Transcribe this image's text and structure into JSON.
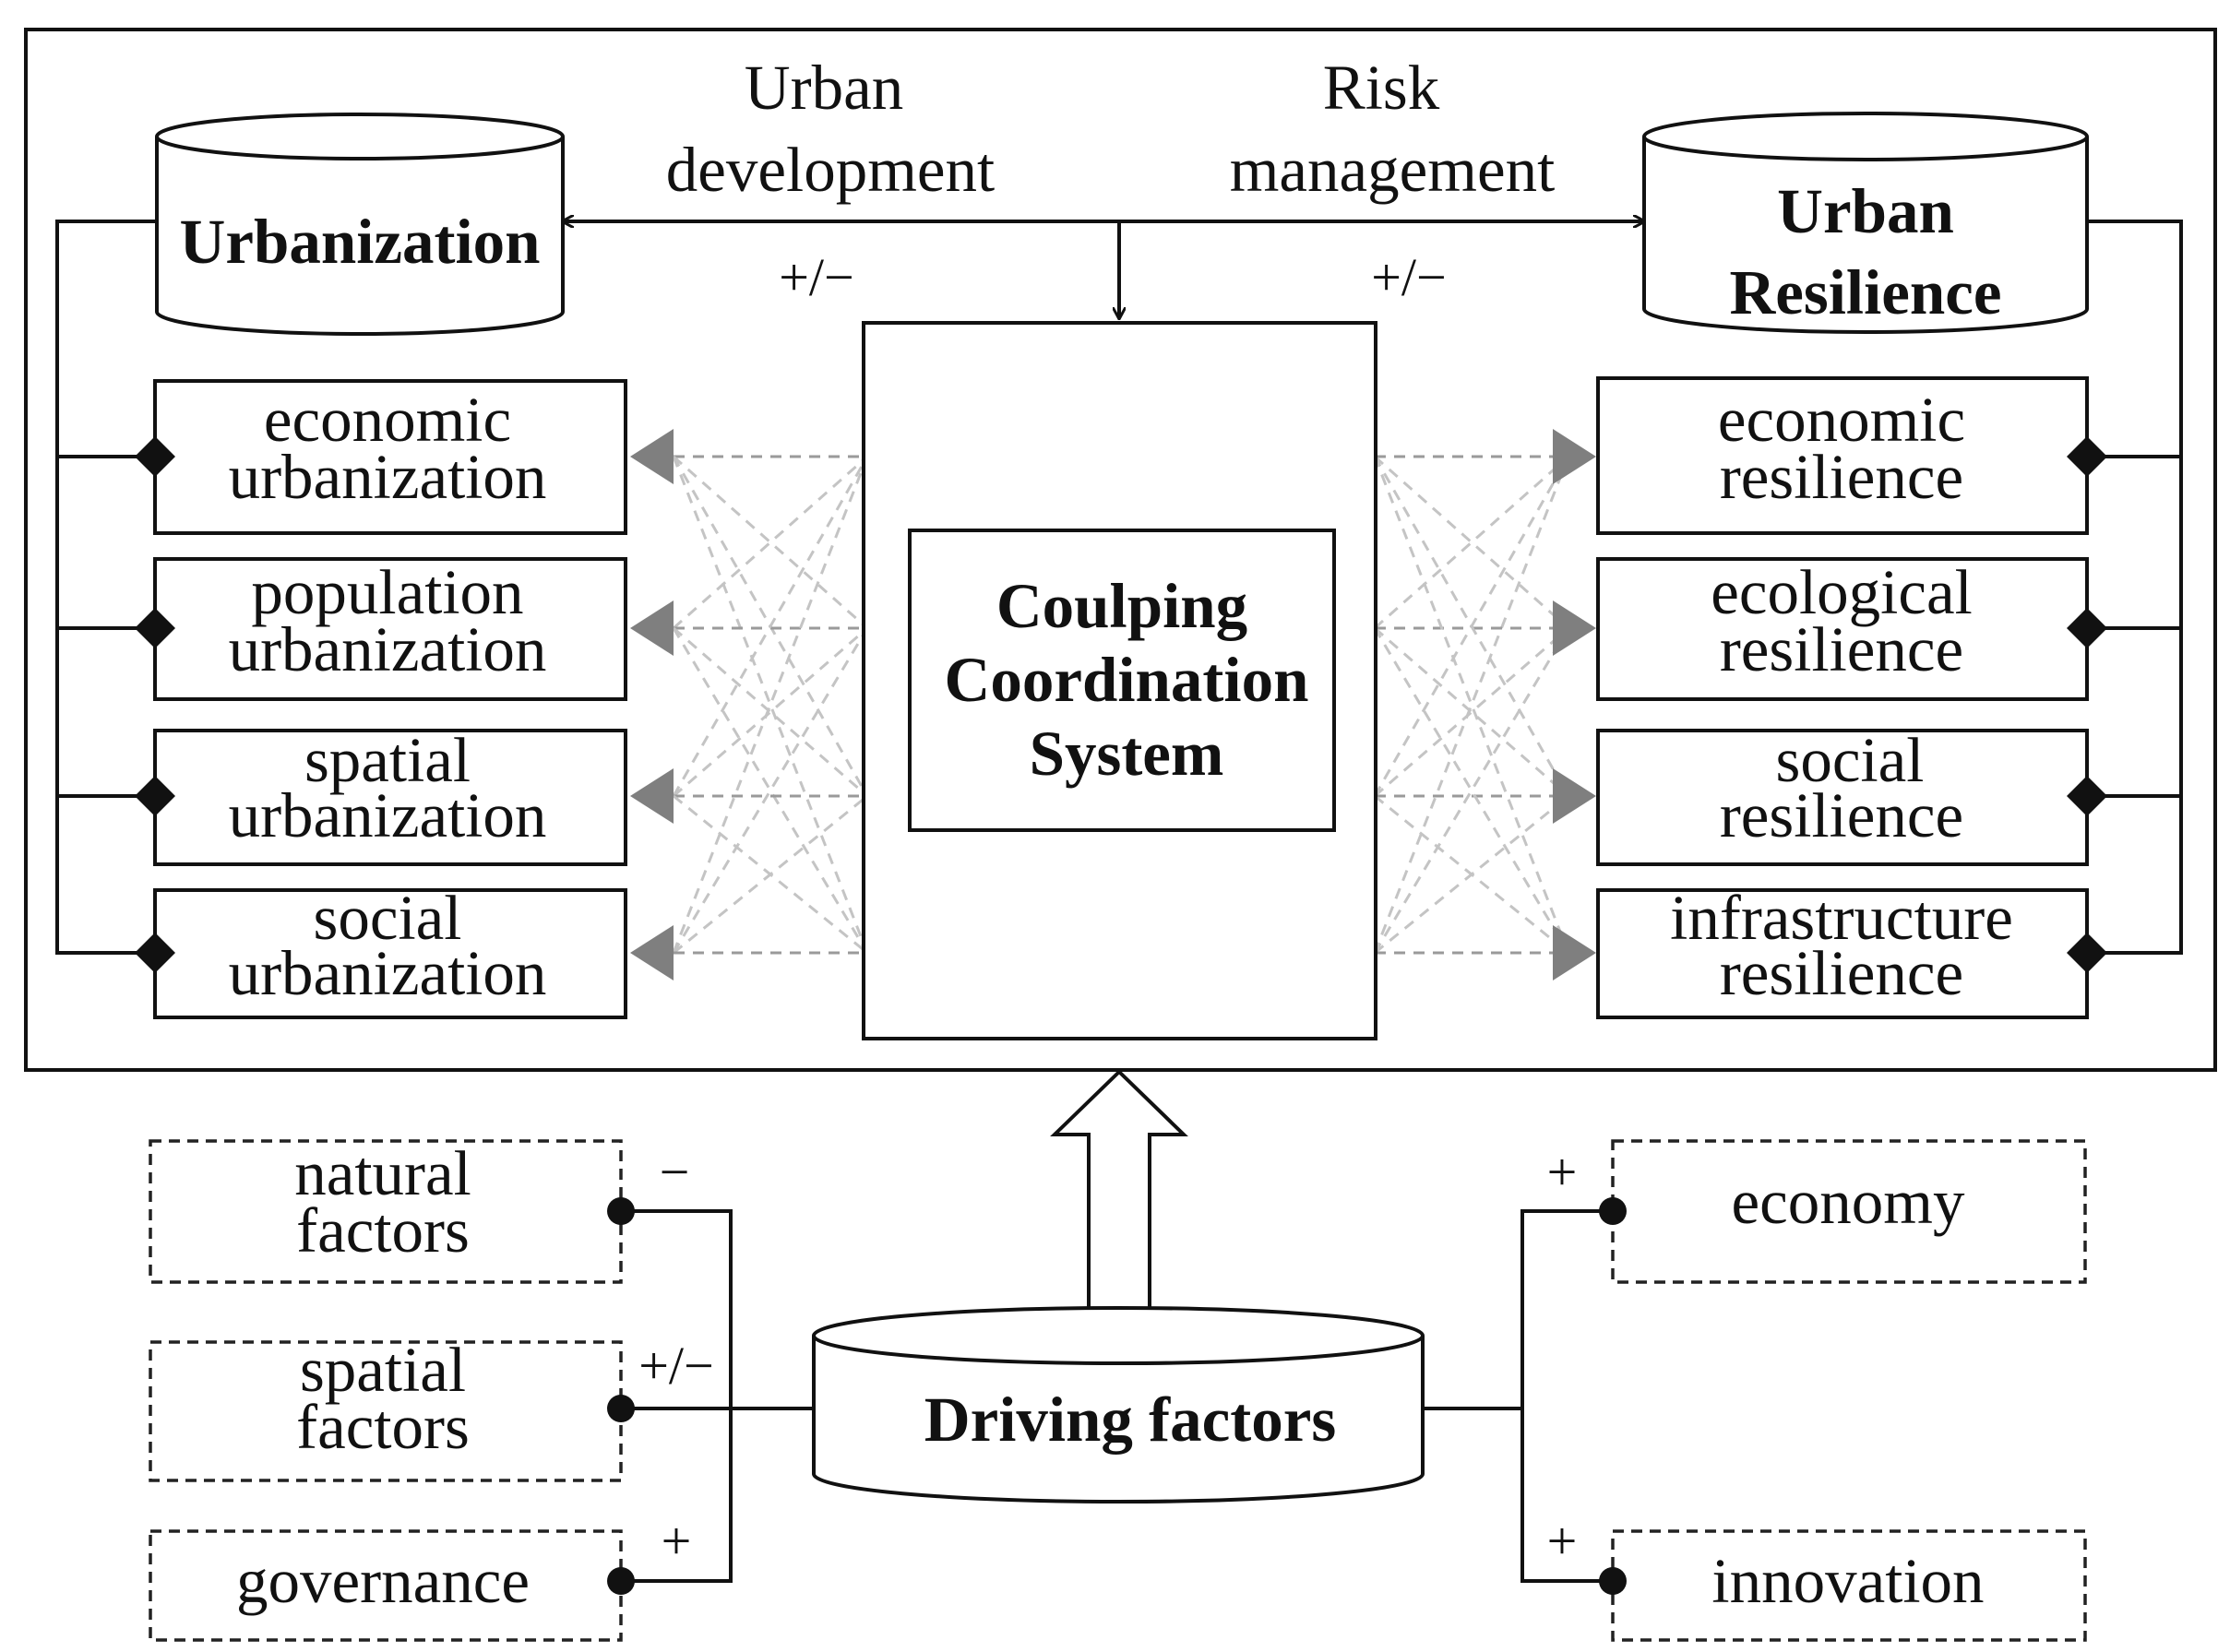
{
  "top_labels": {
    "urban_development": [
      "Urban",
      "development"
    ],
    "risk_management": [
      "Risk",
      "management"
    ],
    "sign_left": "+/−",
    "sign_right": "+/−"
  },
  "cylinders": {
    "urbanization": [
      "Urbanization"
    ],
    "urban_resilience": [
      "Urban",
      "Resilience"
    ],
    "driving_factors": [
      "Driving factors"
    ]
  },
  "center": {
    "title": [
      "Coulping",
      "Coordination",
      "System"
    ]
  },
  "urbanization_items": [
    [
      "economic",
      "urbanization"
    ],
    [
      "population",
      "urbanization"
    ],
    [
      "spatial",
      "urbanization"
    ],
    [
      "social",
      "urbanization"
    ]
  ],
  "resilience_items": [
    [
      "economic",
      "resilience"
    ],
    [
      "ecological",
      "resilience"
    ],
    [
      "social",
      "resilience"
    ],
    [
      "infrastructure",
      "resilience"
    ]
  ],
  "factors_left": [
    {
      "label": [
        "natural",
        "factors"
      ],
      "sign": "−"
    },
    {
      "label": [
        "spatial",
        "factors"
      ],
      "sign": "+/−"
    },
    {
      "label": [
        "governance"
      ],
      "sign": "+"
    }
  ],
  "factors_right": [
    {
      "label": [
        "economy"
      ],
      "sign": "+"
    },
    {
      "label": [
        "innovation"
      ],
      "sign": "+"
    }
  ]
}
